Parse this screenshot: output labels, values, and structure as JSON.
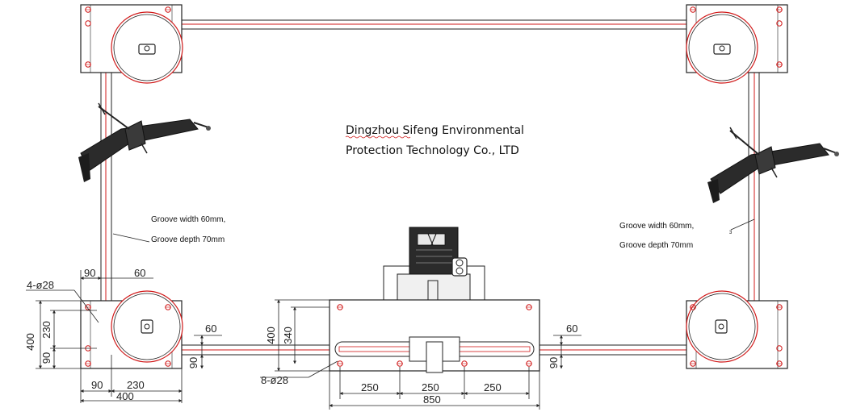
{
  "company": {
    "line1": "Dingzhou Sifeng Environmental",
    "line2": "Protection Technology Co., LTD"
  },
  "notes": {
    "left_width": "Groove width 60mm,",
    "left_depth": "Groove depth 70mm",
    "right_width": "Groove width 60mm,",
    "right_depth": "Groove depth 70mm",
    "right_marker": "3"
  },
  "dims": {
    "top_90": "90",
    "top_60": "60",
    "holes_4": "4-ø28",
    "v_400_left": "400",
    "v_230": "230",
    "v_90_left": "90",
    "h_90_bottom": "90",
    "h_230_bottom": "230",
    "h_400_bottom": "400",
    "v_60_left": "60",
    "v_90_right_of_corner": "90",
    "v_400_drive": "400",
    "v_340": "340",
    "holes_8": "8-ø28",
    "h_250_a": "250",
    "h_250_b": "250",
    "h_250_c": "250",
    "h_850": "850",
    "v_60_right": "60",
    "v_90_right": "90"
  },
  "colors": {
    "outline": "#222222",
    "red": "#d01818",
    "motor": "#2b2b2b"
  }
}
